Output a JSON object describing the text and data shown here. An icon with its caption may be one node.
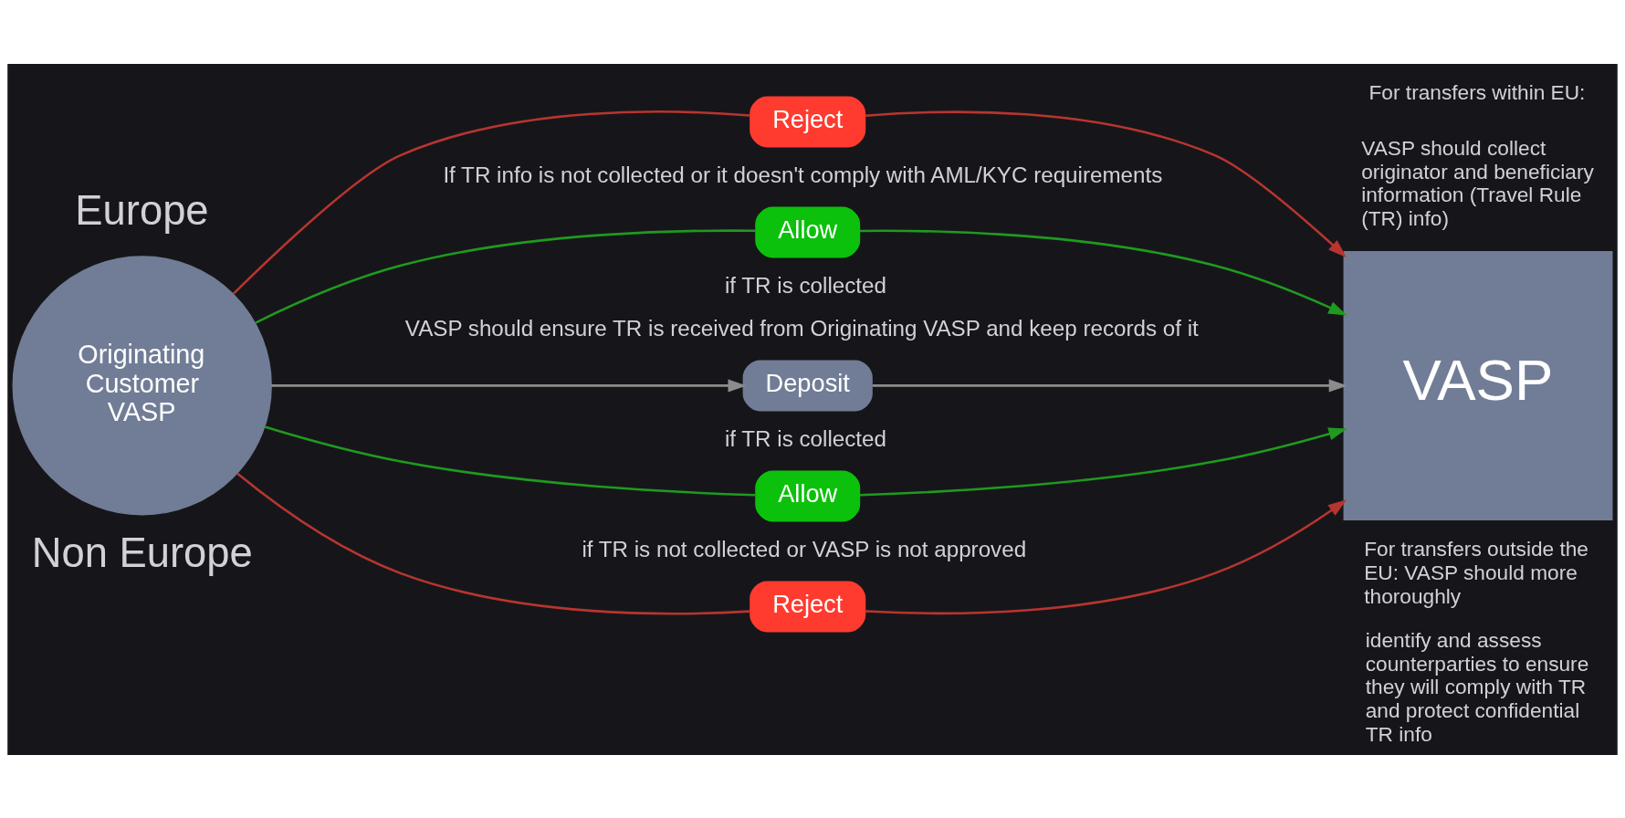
{
  "diagram": {
    "nodes": [
      {
        "text": [
          "Originating Customer VASP"
        ]
      },
      {
        "text": [
          "Reject"
        ],
        "beside": [
          "If TR info is not collected or it doesn't comply with AML/KYC requirements"
        ]
      },
      {
        "text": [
          "Allow"
        ],
        "beside": [
          "if TR is collected",
          "VASP should ensure TR is received from Originating VASP and keep records of it"
        ]
      },
      {
        "text": [
          "Deposit"
        ]
      },
      {
        "text": [
          "Allow"
        ],
        "beside": [
          "if TR is collected"
        ]
      },
      {
        "text": [
          "Reject"
        ],
        "beside": [
          "if TR is not collected or VASP is not approved"
        ]
      },
      {
        "text": [
          "VASP"
        ]
      }
    ],
    "edges": [
      {
        "from": 0,
        "to": 1,
        "arrow": "none",
        "color": "#b8352f"
      },
      {
        "from": 1,
        "to": 6,
        "arrow": "to",
        "color": "#b8352f"
      },
      {
        "from": 0,
        "to": 2,
        "arrow": "none",
        "color": "#1f9a1f"
      },
      {
        "from": 2,
        "to": 6,
        "arrow": "to",
        "color": "#1f9a1f"
      },
      {
        "from": 0,
        "to": 3,
        "arrow": "to",
        "color": "#8c8c8c"
      },
      {
        "from": 3,
        "to": 6,
        "arrow": "to",
        "color": "#8c8c8c"
      },
      {
        "from": 0,
        "to": 4,
        "arrow": "none",
        "color": "#1f9a1f"
      },
      {
        "from": 4,
        "to": 6,
        "arrow": "to",
        "color": "#1f9a1f"
      },
      {
        "from": 0,
        "to": 5,
        "arrow": "none",
        "color": "#b8352f"
      },
      {
        "from": 5,
        "to": 6,
        "arrow": "to",
        "color": "#b8352f"
      }
    ],
    "labels": [
      "Europe",
      "For transfers within EU:",
      "VASP should collect originator and beneficiary information (Travel Rule (TR) info)",
      "For transfers outside the EU: VASP should more thoroughly",
      "identify and assess counterparties to ensure they will comply with TR and protect confidential TR info",
      "Non Europe"
    ]
  }
}
